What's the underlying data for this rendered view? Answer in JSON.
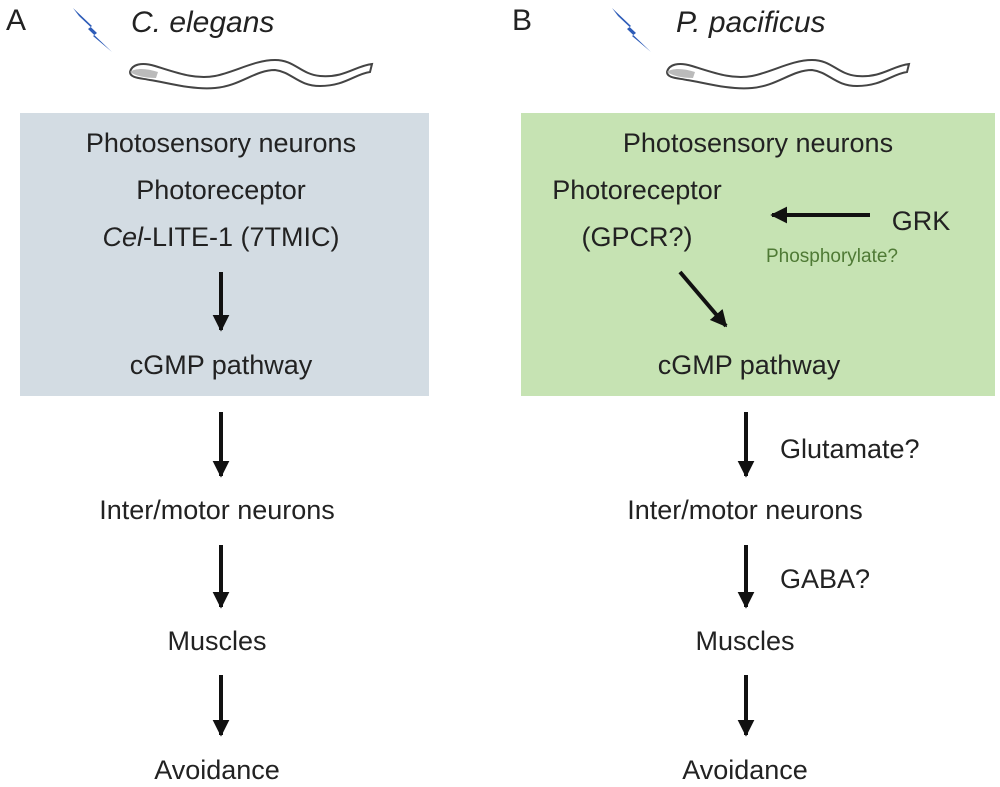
{
  "panel_a": {
    "letter": "A",
    "species": "C. elegans",
    "box_title": "Photosensory neurons",
    "photoreceptor_line1": "Photoreceptor",
    "photoreceptor_prefix": "Cel",
    "photoreceptor_suffix": "-LITE-1 (7TMIC)",
    "cgmp": "cGMP pathway",
    "inter_motor": "Inter/motor neurons",
    "muscles": "Muscles",
    "avoidance": "Avoidance",
    "box_color": "#d3dce3"
  },
  "panel_b": {
    "letter": "B",
    "species": "P. pacificus",
    "box_title": "Photosensory neurons",
    "photoreceptor_line1": "Photoreceptor",
    "photoreceptor_line2": "(GPCR?)",
    "grk": "GRK",
    "phosphorylate": "Phosphorylate?",
    "cgmp": "cGMP pathway",
    "glutamate": "Glutamate?",
    "inter_motor": "Inter/motor neurons",
    "gaba": "GABA?",
    "muscles": "Muscles",
    "avoidance": "Avoidance",
    "box_color": "#c6e3b3",
    "phosphorylate_color": "#4f7a35"
  },
  "colors": {
    "lightning": "#2e5cb8",
    "arrow": "#111111",
    "worm_outline": "#444444"
  }
}
